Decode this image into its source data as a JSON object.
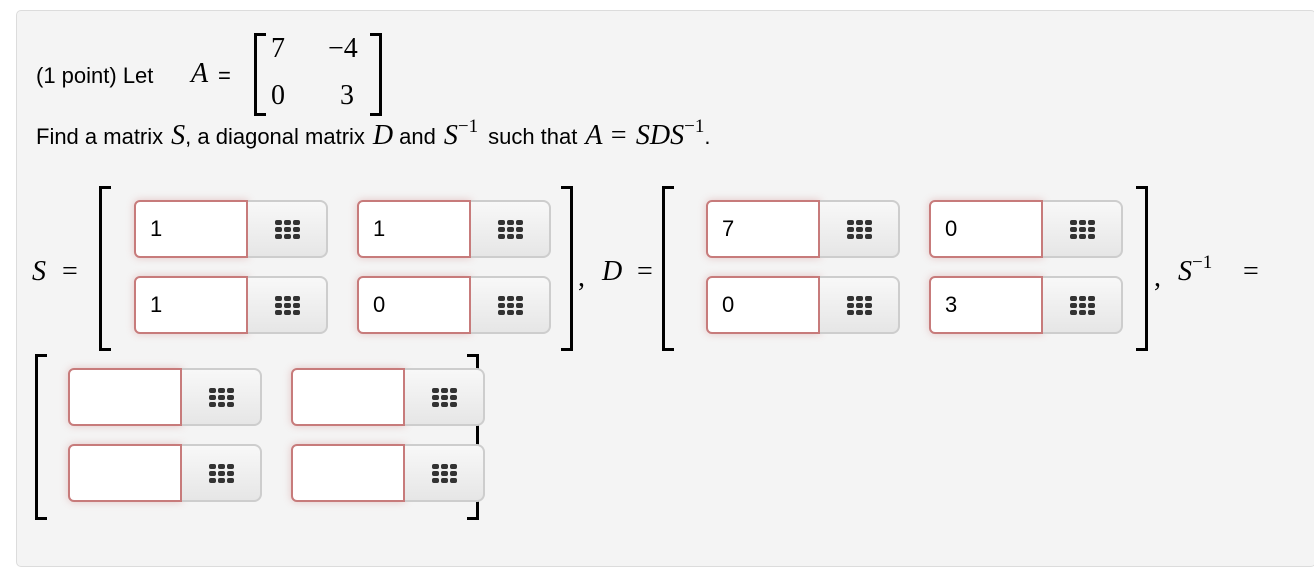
{
  "problem": {
    "points_label": "(1 point) Let",
    "matrix_name": "A",
    "equals": "=",
    "matrix_A": [
      [
        "7",
        "−4"
      ],
      [
        "0",
        "3"
      ]
    ],
    "instruction_prefix": "Find a matrix",
    "S_symbol": "S",
    "instruction_mid1": ", a diagonal matrix",
    "D_symbol": "D",
    "instruction_mid2": "and",
    "Sinv_base": "S",
    "inverse_exponent": "−1",
    "instruction_mid3": "such that",
    "equation_lhs": "A =",
    "equation_rhs": "SDS",
    "period": "."
  },
  "answers": {
    "S": {
      "label": "S",
      "equals": "=",
      "values": [
        [
          "1",
          "1"
        ],
        [
          "1",
          "0"
        ]
      ],
      "trailing": ","
    },
    "D": {
      "label": "D",
      "equals": "=",
      "values": [
        [
          "7",
          "0"
        ],
        [
          "0",
          "3"
        ]
      ],
      "trailing": ","
    },
    "S_inverse": {
      "label": "S",
      "exponent": "−1",
      "equals": "=",
      "values": [
        [
          "",
          ""
        ],
        [
          "",
          ""
        ]
      ]
    }
  },
  "icons": {
    "keypad": "keypad-grid-icon"
  },
  "colors": {
    "field_border": "#c77b7b",
    "panel_bg": "#f4f4f4"
  }
}
